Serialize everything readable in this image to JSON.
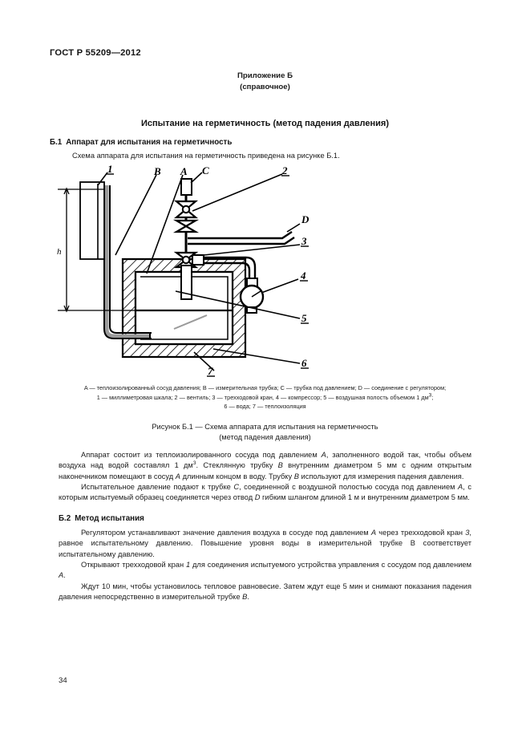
{
  "document": {
    "standard_header": "ГОСТ Р 55209—2012",
    "page_number": "34"
  },
  "annex": {
    "title": "Приложение Б",
    "subtitle": "(справочное)"
  },
  "section_title": "Испытание на герметичность (метод падения давления)",
  "clauses": [
    {
      "number": "Б.1",
      "title": "Аппарат для испытания на герметичность"
    },
    {
      "number": "Б.2",
      "title": "Метод испытания"
    }
  ],
  "paragraphs": {
    "intro": "Схема аппарата для испытания на герметичность приведена на рисунке Б.1.",
    "p1": "Аппарат состоит из теплоизолированного сосуда под давлением A, заполненного водой так, чтобы объем воздуха над водой составлял 1 дм3. Стеклянную трубку B внутренним диаметром 5 мм с одним открытым наконечником помещают в сосуд A длинным концом в воду. Трубку B используют для измерения падения давления.",
    "p2": "Испытательное давление подают к трубке C, соединенной с воздушной полостью сосуда под давлением A, с которым испытуемый образец соединяется через отвод D гибким шлангом длиной 1 м и внутренним диаметром 5 мм.",
    "p3": "Регулятором устанавливают значение давления воздуха в сосуде под давлением A через трехходовой кран 3, равное испытательному давлению. Повышение уровня воды в измерительной трубке B соответствует испытательному давлению.",
    "p4": "Открывают трехходовой кран 1 для соединения испытуемого устройства управления с сосудом под давлением A.",
    "p5": "Ждут 10 мин, чтобы установилось тепловое равновесие. Затем ждут еще 5 мин и снимают показания падения давления непосредственно в измерительной трубке B."
  },
  "figure": {
    "legend_line1": "A — теплоизолированный сосуд давления; B — измерительная трубка; C — трубка под давлением; D — соединение с регулятором;",
    "legend_line2_pre": "1 — миллиметровая шкала; 2 — вентиль; 3 — трехходовой кран, 4 — компрессор; 5 — воздушная полость объемом 1 дм",
    "legend_line2_sup": "3",
    "legend_line2_post": ";",
    "legend_line3": "6 — вода; 7 — теплоизоляция",
    "caption_line1": "Рисунок Б.1 — Схема аппарата для испытания на герметичность",
    "caption_line2": "(метод падения давления)",
    "callouts": {
      "c1": "1",
      "c2": "2",
      "c3": "3",
      "c4": "4",
      "c5": "5",
      "c6": "6",
      "c7": "7",
      "cA": "A",
      "cB": "B",
      "cC": "C",
      "cD": "D",
      "ch": "h"
    }
  },
  "colors": {
    "ink": "#1b1b1b",
    "line": "#000000",
    "paper": "#ffffff"
  }
}
